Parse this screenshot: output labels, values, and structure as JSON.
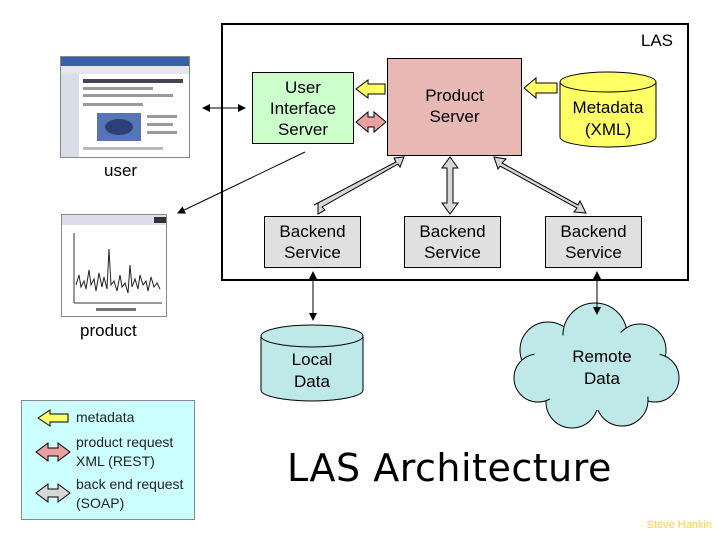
{
  "las": {
    "label": "LAS"
  },
  "boxes": {
    "user_interface_server": "User Interface Server",
    "product_server": "Product Server",
    "metadata": "Metadata (XML)",
    "backend_1": "Backend Service",
    "backend_2": "Backend Service",
    "backend_3": "Backend Service",
    "local_data": "Local Data",
    "remote_data": "Remote Data"
  },
  "captions": {
    "user": "user",
    "product": "product"
  },
  "legend": {
    "metadata": "metadata",
    "product_request": "product request XML (REST)",
    "back_end_request": "back end request (SOAP)"
  },
  "title": "LAS Architecture",
  "credit": "Steve Hankin",
  "colors": {
    "metadata_fill": "#ffff66",
    "product_server_fill": "#e8b8b4",
    "ui_server_fill": "#ccffcc",
    "backend_fill": "#e0e0e0",
    "data_fill": "#bfe8e8",
    "legend_fill": "#ccffff",
    "metadata_arrow": "#ffff66",
    "product_arrow": "#e8a0a0",
    "backend_arrow": "#d8d8d8"
  }
}
